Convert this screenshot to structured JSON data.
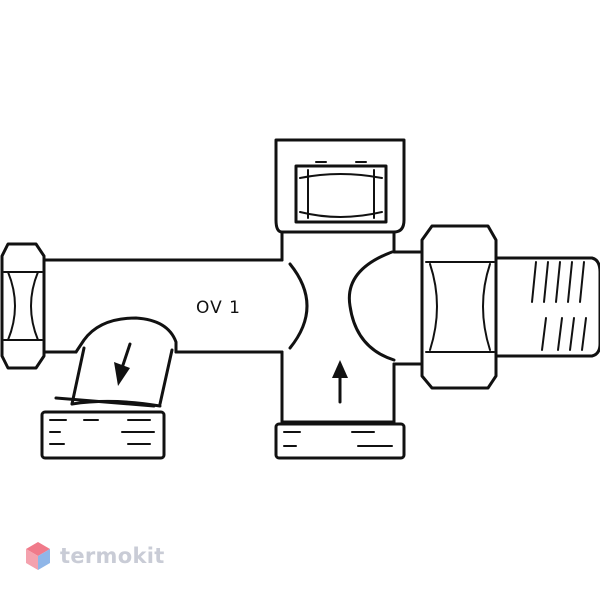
{
  "diagram": {
    "label": "OV 1",
    "line_color": "#111111",
    "flow_arrows": [
      {
        "port": "left-outlet",
        "direction": "down"
      },
      {
        "port": "center-inlet",
        "direction": "up"
      }
    ]
  },
  "watermark": {
    "text": "termokit",
    "text_color": "#c9ccd6",
    "icon": "hexagon-logo-icon",
    "icon_colors": [
      "#f07a8a",
      "#8fb6e8"
    ]
  }
}
